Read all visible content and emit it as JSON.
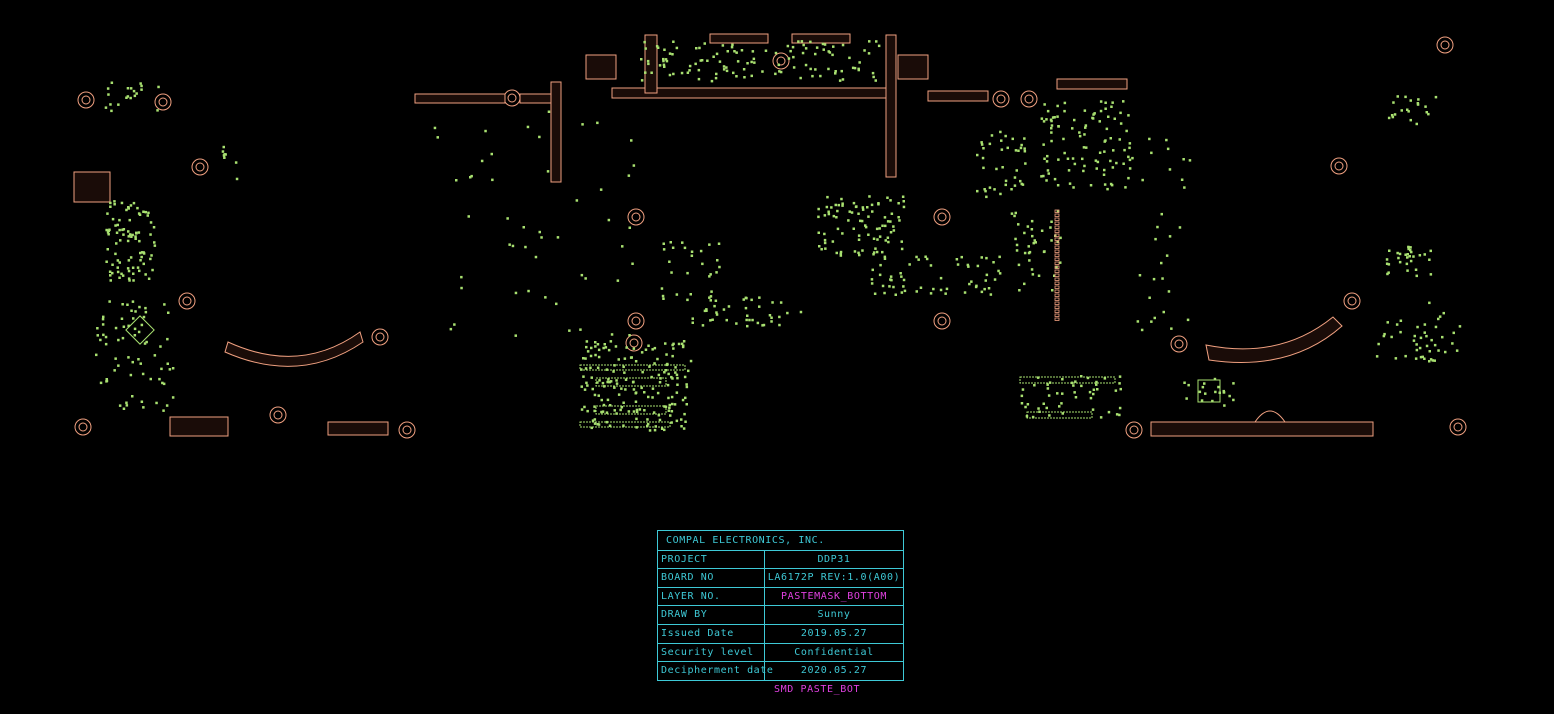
{
  "title_block": {
    "company": "COMPAL ELECTRONICS, INC.",
    "rows": [
      {
        "label": "PROJECT",
        "value": "DDP31"
      },
      {
        "label": "BOARD NO",
        "value": "LA6172P  REV:1.0(A00)"
      },
      {
        "label": "LAYER NO.",
        "value": "PASTEMASK_BOTTOM"
      },
      {
        "label": "DRAW BY",
        "value": "Sunny"
      },
      {
        "label": "Issued Date",
        "value": "2019.05.27"
      },
      {
        "label": "Security level",
        "value": "Confidential"
      },
      {
        "label": "Decipherment date",
        "value": "2020.05.27"
      }
    ],
    "footer": "SMD PASTE_BOT"
  },
  "colors": {
    "outline": "#f0a080",
    "pads": "#a8e070",
    "titleblock": "#3ec9d6",
    "highlight": "#e040e0",
    "background": "#000000"
  }
}
